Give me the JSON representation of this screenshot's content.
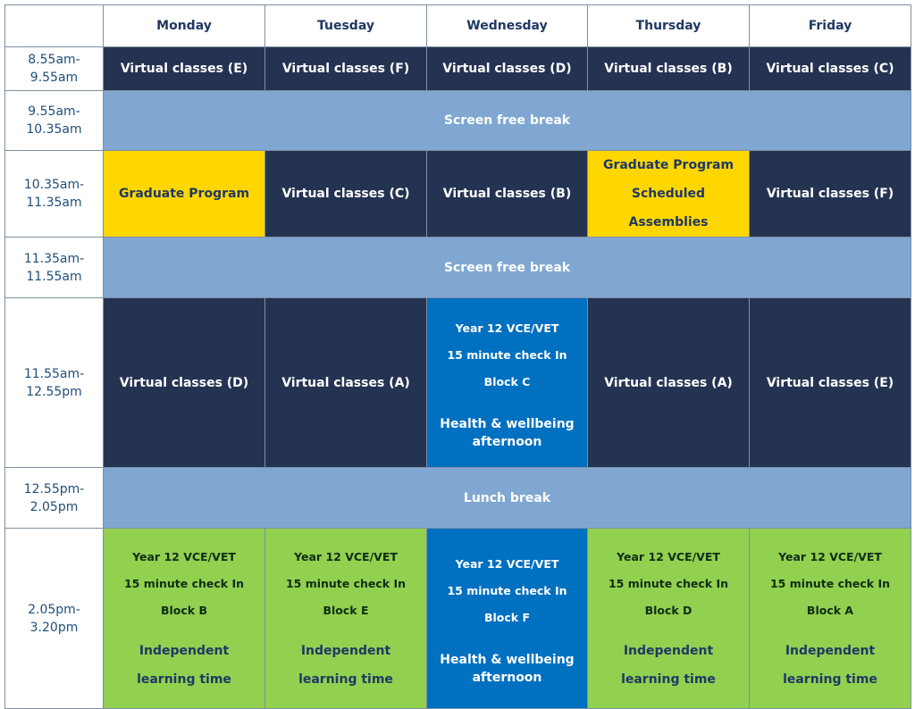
{
  "days": [
    "Monday",
    "Tuesday",
    "Wednesday",
    "Thursday",
    "Friday"
  ],
  "times": {
    "t1": "8.55am-9.55am",
    "t2a": "9.55am-",
    "t2b": "10.35am",
    "t3a": "10.35am-",
    "t3b": "11.35am",
    "t4a": "11.35am-",
    "t4b": "11.55am",
    "t5a": "11.55am-",
    "t5b": "12.55pm",
    "t6a": "12.55pm-",
    "t6b": "2.05pm",
    "t7a": "2.05pm-",
    "t7b": "3.20pm"
  },
  "row1": [
    "Virtual classes (E)",
    "Virtual classes (F)",
    "Virtual classes (D)",
    "Virtual classes (B)",
    "Virtual classes (C)"
  ],
  "break1": "Screen free break",
  "row3": {
    "mon": "Graduate Program",
    "tue": "Virtual classes (C)",
    "wed": "Virtual classes (B)",
    "thu1": "Graduate Program",
    "thu2": "Scheduled Assemblies",
    "fri": "Virtual classes (F)"
  },
  "break2": "Screen free break",
  "row5": {
    "mon": "Virtual classes (D)",
    "tue": "Virtual classes (A)",
    "wed1": "Year 12 VCE/VET",
    "wed2": "15 minute check In",
    "wed3": "Block C",
    "wed4": "Health & wellbeing",
    "wed5": "afternoon",
    "thu": "Virtual classes (A)",
    "fri": "Virtual classes (E)"
  },
  "lunch": "Lunch break",
  "row7": {
    "l1": "Year 12 VCE/VET",
    "l2": "15 minute check In",
    "blocks": [
      "Block B",
      "Block E",
      "Block F",
      "Block D",
      "Block A"
    ],
    "ind1": "Independent",
    "ind2": "learning time",
    "hw1": "Health & wellbeing",
    "hw2": "afternoon"
  }
}
